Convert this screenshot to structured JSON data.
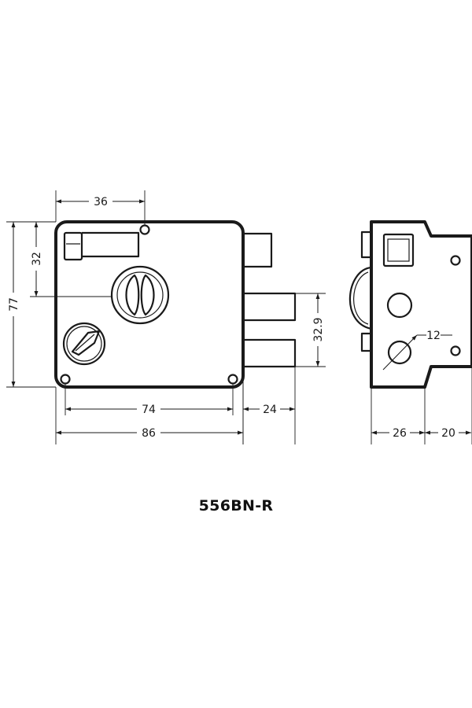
{
  "product": {
    "model": "556BN-R"
  },
  "dimensions": {
    "width_top": "36",
    "height_inner": "32",
    "height_total": "77",
    "bolt_spacing": "32.9",
    "screw_spacing": "74",
    "bolt_projection": "24",
    "width_total": "86",
    "side_depth": "26",
    "side_flange": "20",
    "cylinder_diameter": "12"
  }
}
